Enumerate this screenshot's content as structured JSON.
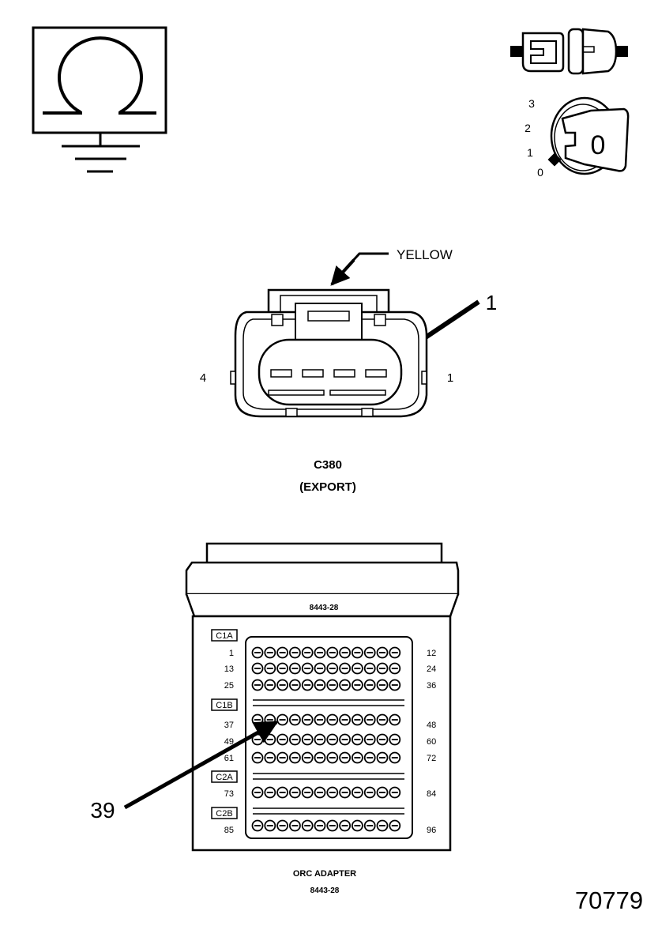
{
  "ignition": {
    "positions": [
      "3",
      "2",
      "1",
      "0"
    ],
    "key_label": "0"
  },
  "connector": {
    "wire_color_label": "YELLOW",
    "callout_label": "1",
    "left_pin_label": "4",
    "right_pin_label": "1",
    "name": "C380",
    "variant": "(EXPORT)"
  },
  "adapter": {
    "part_number": "8443-28",
    "sections": [
      {
        "label": "C1A",
        "rows": [
          {
            "left": "1",
            "right": "12"
          },
          {
            "left": "13",
            "right": "24"
          },
          {
            "left": "25",
            "right": "36"
          }
        ]
      },
      {
        "label": "C1B",
        "rows": [
          {
            "left": "37",
            "right": "48"
          },
          {
            "left": "49",
            "right": "60"
          },
          {
            "left": "61",
            "right": "72"
          }
        ]
      },
      {
        "label": "C2A",
        "rows": [
          {
            "left": "73",
            "right": "84"
          }
        ]
      },
      {
        "label": "C2B",
        "rows": [
          {
            "left": "85",
            "right": "96"
          }
        ]
      }
    ],
    "pins_per_row": 12,
    "callout_label": "39",
    "caption_line1": "ORC ADAPTER",
    "caption_line2": "8443-28"
  },
  "figure_number": "70779"
}
